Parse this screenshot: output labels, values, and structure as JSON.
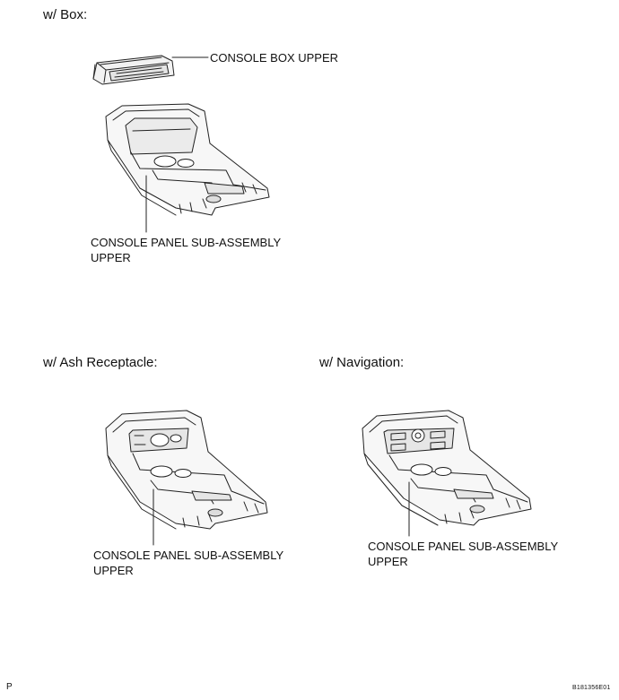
{
  "sections": {
    "box": {
      "heading": "w/ Box:",
      "label_box_upper": "CONSOLE BOX UPPER",
      "label_panel_line1": "CONSOLE PANEL SUB-ASSEMBLY",
      "label_panel_line2": "UPPER"
    },
    "ash": {
      "heading": "w/ Ash Receptacle:",
      "label_panel_line1": "CONSOLE PANEL SUB-ASSEMBLY",
      "label_panel_line2": "UPPER"
    },
    "nav": {
      "heading": "w/ Navigation:",
      "label_panel_line1": "CONSOLE PANEL SUB-ASSEMBLY",
      "label_panel_line2": "UPPER"
    }
  },
  "footer": {
    "corner_mark": "P",
    "figure_code": "B181356E01"
  }
}
